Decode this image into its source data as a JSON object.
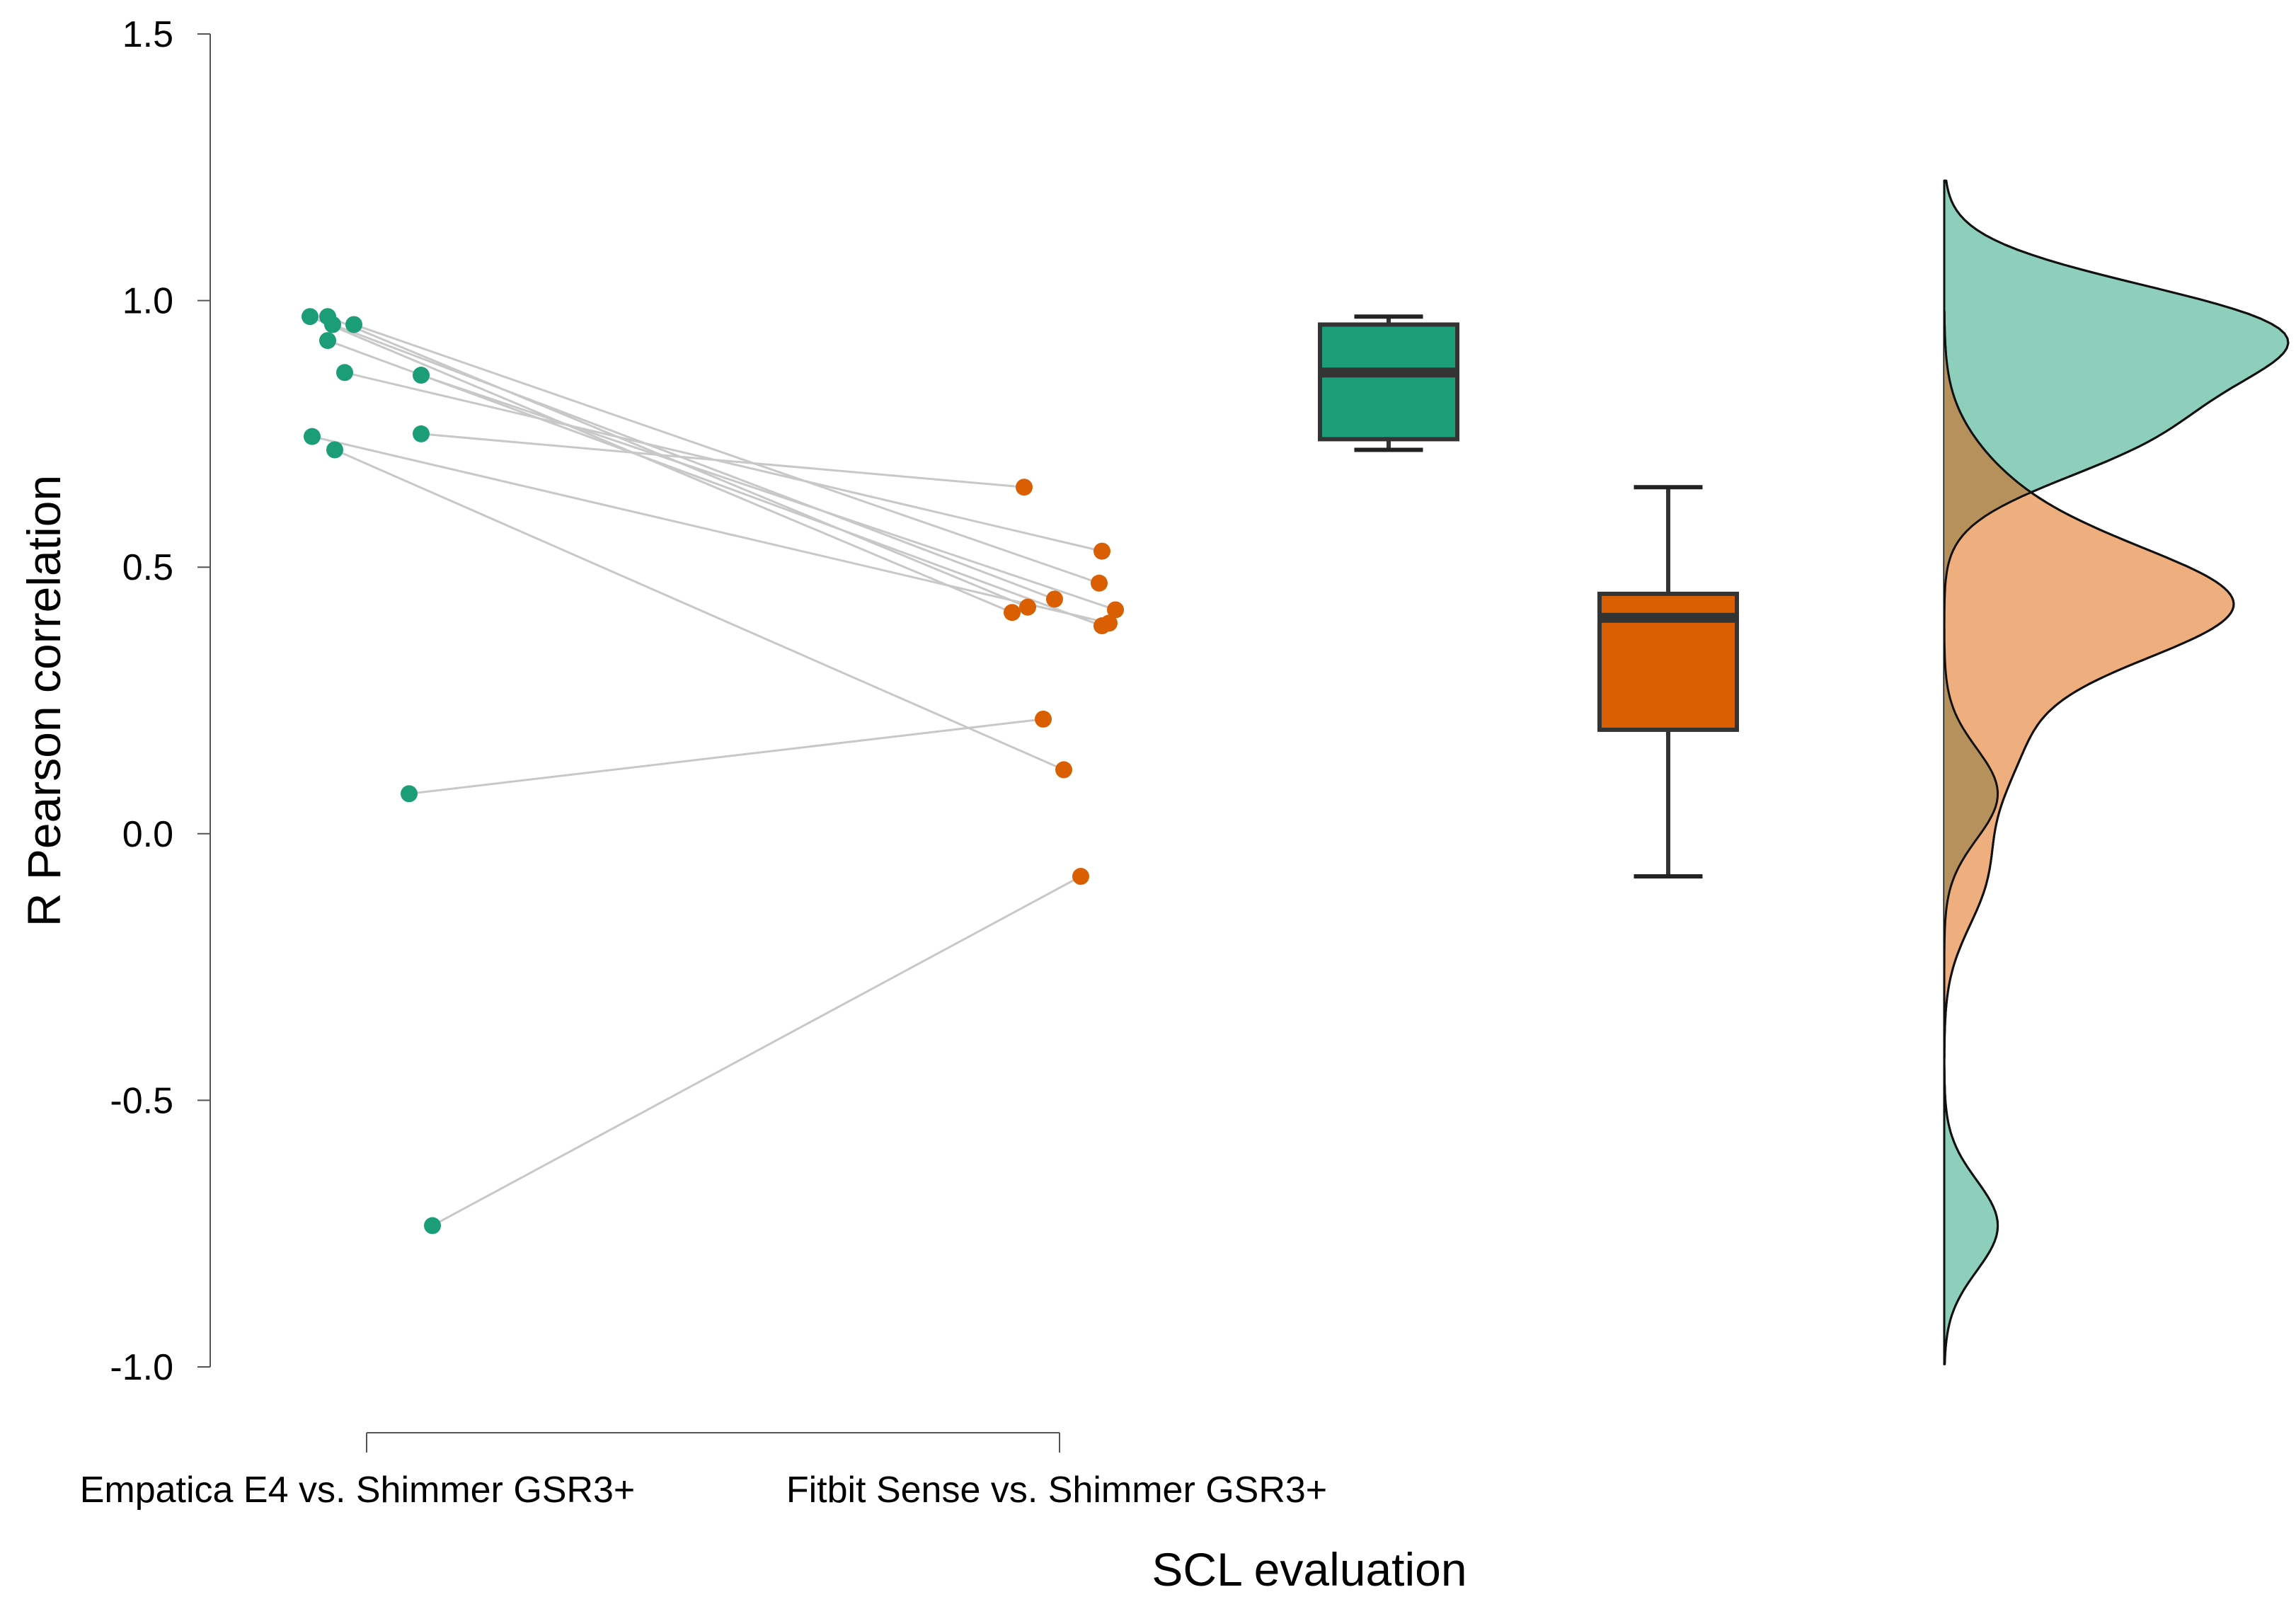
{
  "chart_data": {
    "type": "raincloud",
    "title": "",
    "xlabel": "SCL evaluation",
    "ylabel": "R Pearson correlation",
    "ylim": [
      -1.0,
      1.5
    ],
    "yticks": [
      "1.5",
      "1.0",
      "0.5",
      "0.0",
      "-0.5",
      "-1.0"
    ],
    "grid": false,
    "categories": [
      "Empatica E4 vs. Shimmer GSR3+",
      "Fitbit Sense vs. Shimmer GSR3+"
    ],
    "colors": {
      "group1": "#1b9e77",
      "group2": "#d95f02",
      "group1_density": "#8ecfbb",
      "group2_density": "#eeae7e",
      "overlap_density": "#b7915c",
      "line": "#c8c8c8"
    },
    "series": [
      {
        "category": "Empatica E4 vs. Shimmer GSR3+",
        "values": [
          0.97,
          0.97,
          0.955,
          0.955,
          0.925,
          0.865,
          0.86,
          0.75,
          0.745,
          0.72,
          0.075,
          -0.735
        ],
        "box": {
          "min": 0.72,
          "q1": 0.74,
          "median": 0.865,
          "q3": 0.955,
          "max": 0.97
        }
      },
      {
        "category": "Fitbit Sense vs. Shimmer GSR3+",
        "values": [
          0.415,
          0.425,
          0.44,
          0.47,
          0.39,
          0.53,
          0.42,
          0.65,
          0.395,
          0.12,
          0.215,
          -0.08
        ],
        "box": {
          "min": -0.08,
          "q1": 0.195,
          "median": 0.405,
          "q3": 0.45,
          "max": 0.65
        }
      }
    ],
    "pairs": [
      [
        0.97,
        0.415
      ],
      [
        0.97,
        0.425
      ],
      [
        0.955,
        0.44
      ],
      [
        0.955,
        0.47
      ],
      [
        0.925,
        0.39
      ],
      [
        0.865,
        0.53
      ],
      [
        0.86,
        0.42
      ],
      [
        0.75,
        0.65
      ],
      [
        0.745,
        0.395
      ],
      [
        0.72,
        0.12
      ],
      [
        0.075,
        0.215
      ],
      [
        -0.735,
        -0.08
      ]
    ]
  }
}
